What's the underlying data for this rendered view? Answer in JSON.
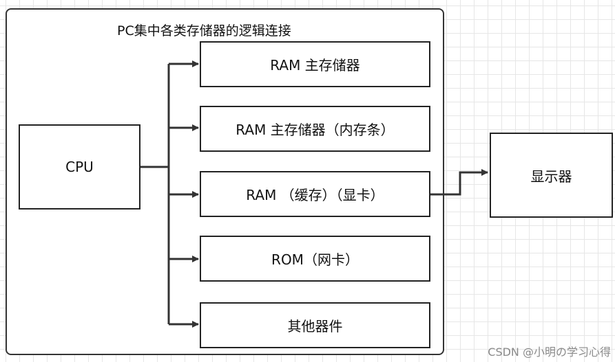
{
  "diagram": {
    "title": "PC集中各类存储器的逻辑连接",
    "cpu_label": "CPU",
    "memory_boxes": [
      "RAM 主存储器",
      "RAM 主存储器（内存条）",
      "RAM （缓存）（显卡）",
      "ROM（网卡）",
      "其他器件"
    ],
    "display_label": "显示器"
  },
  "watermark": "CSDN @小明の学习心得",
  "colors": {
    "line": "#333333",
    "grid": "#e6e6e6",
    "watermark": "#8a8a8a"
  }
}
